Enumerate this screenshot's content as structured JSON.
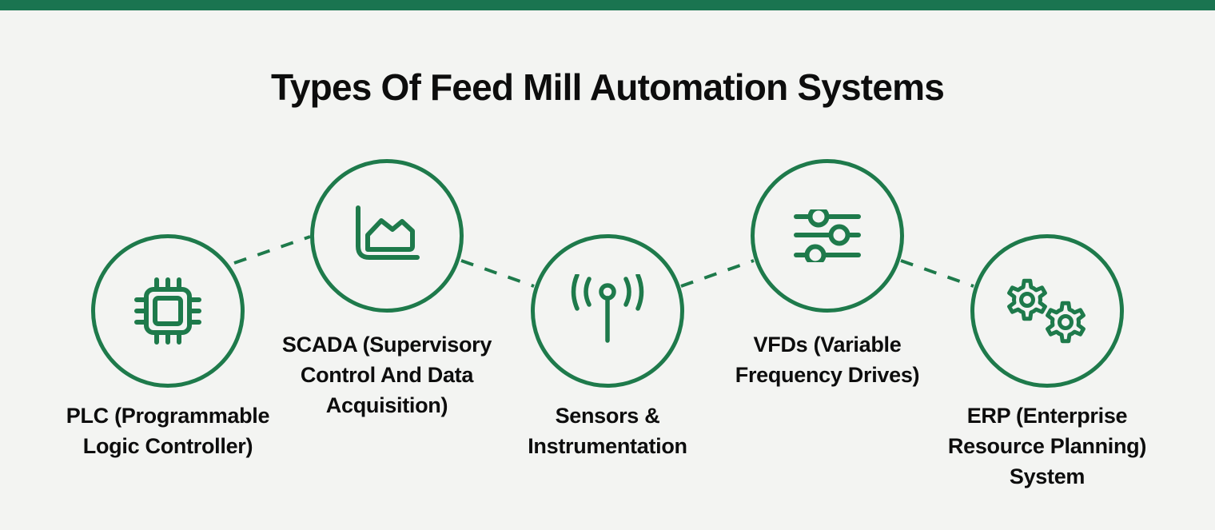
{
  "page": {
    "title": "Types Of Feed Mill Automation Systems",
    "colors": {
      "green": "#1e7a4b",
      "bar_green": "#1a7450",
      "background": "#f3f4f2",
      "text": "#0d0d0d"
    }
  },
  "nodes": [
    {
      "id": "plc",
      "icon": "cpu-chip-icon",
      "label": "PLC (Programmable\nLogic Controller)"
    },
    {
      "id": "scada",
      "icon": "area-chart-icon",
      "label": "SCADA (Supervisory\nControl And Data\nAcquisition)"
    },
    {
      "id": "sensors",
      "icon": "antenna-signal-icon",
      "label": "Sensors &\nInstrumentation"
    },
    {
      "id": "vfd",
      "icon": "sliders-icon",
      "label": "VFDs (Variable\nFrequency Drives)"
    },
    {
      "id": "erp",
      "icon": "gears-icon",
      "label": "ERP (Enterprise\nResource Planning)\nSystem"
    }
  ]
}
